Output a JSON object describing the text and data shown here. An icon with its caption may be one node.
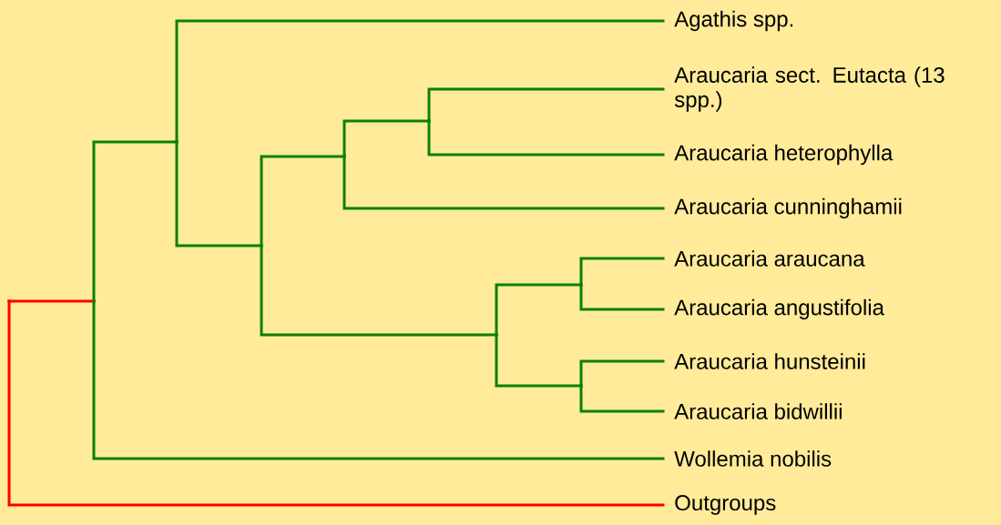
{
  "diagram": {
    "nodes": [
      {
        "text": [
          "Agathis spp."
        ]
      },
      {
        "text": [
          "Araucaria sect. Eutacta (13 spp.)"
        ]
      },
      {
        "text": [
          "Araucaria heterophylla"
        ]
      },
      {
        "text": [
          "Araucaria cunninghamii"
        ]
      },
      {
        "text": [
          "Araucaria araucana"
        ]
      },
      {
        "text": [
          "Araucaria angustifolia"
        ]
      },
      {
        "text": [
          "Araucaria hunsteinii"
        ]
      },
      {
        "text": [
          "Araucaria bidwillii"
        ]
      },
      {
        "text": [
          "Wollemia nobilis"
        ]
      },
      {
        "text": [
          "Outgroups"
        ]
      },
      {
        "text": [],
        "shape": "point"
      },
      {
        "text": [],
        "shape": "point"
      },
      {
        "text": [],
        "shape": "point"
      },
      {
        "text": [],
        "shape": "point"
      },
      {
        "text": [],
        "shape": "point"
      },
      {
        "text": [],
        "shape": "point"
      },
      {
        "text": [],
        "shape": "point"
      },
      {
        "text": [],
        "shape": "point"
      },
      {
        "text": [],
        "shape": "point"
      }
    ],
    "edges": [
      {
        "from": 10,
        "to": 11,
        "arrow": "none",
        "color": "#ff0000"
      },
      {
        "from": 10,
        "to": 9,
        "arrow": "none",
        "color": "#ff0000"
      },
      {
        "from": 11,
        "to": 12,
        "arrow": "none"
      },
      {
        "from": 11,
        "to": 8,
        "arrow": "none"
      },
      {
        "from": 12,
        "to": 0,
        "arrow": "none"
      },
      {
        "from": 12,
        "to": 13,
        "arrow": "none"
      },
      {
        "from": 13,
        "to": 14,
        "arrow": "none"
      },
      {
        "from": 13,
        "to": 16,
        "arrow": "none"
      },
      {
        "from": 14,
        "to": 15,
        "arrow": "none"
      },
      {
        "from": 14,
        "to": 3,
        "arrow": "none"
      },
      {
        "from": 15,
        "to": 1,
        "arrow": "none"
      },
      {
        "from": 15,
        "to": 2,
        "arrow": "none"
      },
      {
        "from": 16,
        "to": 17,
        "arrow": "none"
      },
      {
        "from": 16,
        "to": 18,
        "arrow": "none"
      },
      {
        "from": 17,
        "to": 4,
        "arrow": "none"
      },
      {
        "from": 17,
        "to": 5,
        "arrow": "none"
      },
      {
        "from": 18,
        "to": 6,
        "arrow": "none"
      },
      {
        "from": 18,
        "to": 7,
        "arrow": "none"
      }
    ]
  }
}
